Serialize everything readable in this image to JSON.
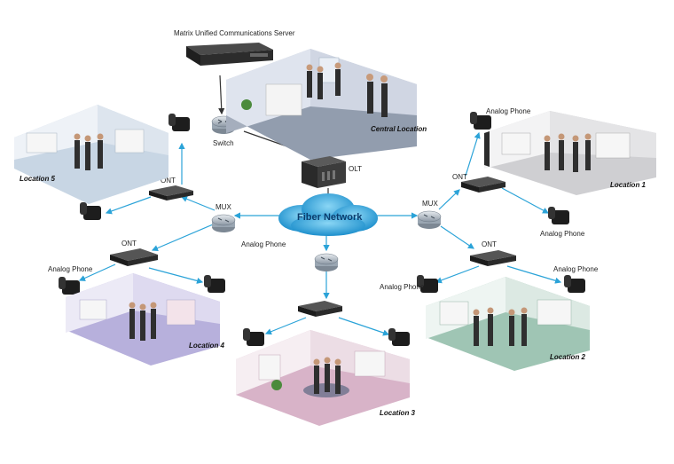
{
  "labels": {
    "server": "Matrix Unified Communications Server",
    "switch": "Switch",
    "central": "Central Location",
    "olt": "OLT",
    "fiber": "Fiber Network",
    "mux_left": "MUX",
    "mux_right": "MUX",
    "ont": "ONT",
    "analog_phone": "Analog Phone"
  },
  "locations": [
    "Location 1",
    "Location 2",
    "Location 3",
    "Location 4",
    "Location 5"
  ],
  "colors": {
    "link": "#2ba3d8",
    "cloud": "#3fb3e6",
    "loc1_floor": "#cfcfd2",
    "loc2_floor": "#9fc5b4",
    "loc3_floor": "#d8b3c8",
    "loc4_floor": "#b7b0dc",
    "loc5_floor": "#c8d6e4",
    "central_floor": "#c2c9d8"
  }
}
